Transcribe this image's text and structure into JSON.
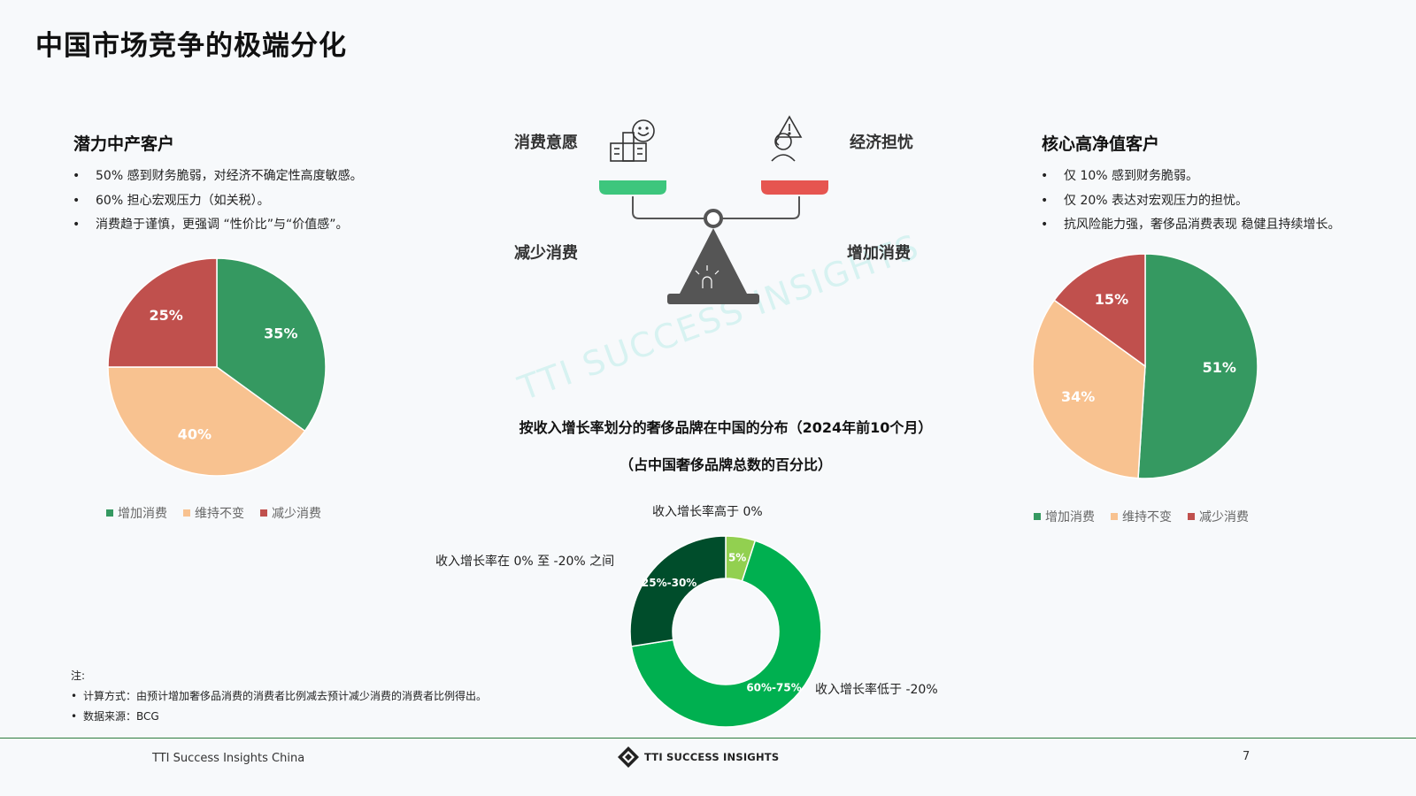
{
  "page": {
    "title": "中国市场竞争的极端分化",
    "footer_left": "TTI Success Insights China",
    "footer_logo_text": "TTI SUCCESS INSIGHTS",
    "page_number": "7",
    "watermark": "TTI SUCCESS INSIGHTS"
  },
  "left_panel": {
    "title": "潜力中产客户",
    "bullets": [
      "50% 感到财务脆弱，对经济不确定性高度敏感。",
      "60% 担心宏观压力（如关税）。",
      "消费趋于谨慎，更强调 “性价比”与“价值感”。"
    ]
  },
  "right_panel": {
    "title": "核心高净值客户",
    "bullets": [
      "仅 10% 感到财务脆弱。",
      "仅 20% 表达对宏观压力的担忧。",
      "抗风险能力强，奢侈品消费表现 稳健且持续增长。"
    ]
  },
  "scale": {
    "top_left": "消费意愿",
    "top_right": "经济担忧",
    "bottom_left": "减少消费",
    "bottom_right": "增加消费",
    "left_pan_color": "#3dc67d",
    "right_pan_color": "#e65550"
  },
  "colors": {
    "increase": "#359961",
    "maintain": "#f8c290",
    "decrease": "#c0504d"
  },
  "chart_data": [
    {
      "type": "pie",
      "categories": [
        "增加消费",
        "维持不变",
        "减少消费"
      ],
      "values": [
        35,
        40,
        25
      ],
      "labels": [
        "35%",
        "40%",
        "25%"
      ],
      "colors": [
        "#359961",
        "#f8c290",
        "#c0504d"
      ],
      "legend": "bottom"
    },
    {
      "type": "pie",
      "categories": [
        "增加消费",
        "维持不变",
        "减少消费"
      ],
      "values": [
        51,
        34,
        15
      ],
      "labels": [
        "51%",
        "34%",
        "15%"
      ],
      "colors": [
        "#359961",
        "#f8c290",
        "#c0504d"
      ],
      "legend": "bottom"
    },
    {
      "type": "pie",
      "variant": "donut",
      "title": "按收入增长率划分的奢侈品牌在中国的分布（2024年前10个月）",
      "subtitle": "（占中国奢侈品牌总数的百分比）",
      "categories": [
        "收入增长率高于 0%",
        "收入增长率低于 -20%",
        "收入增长率在 0% 至 -20% 之间"
      ],
      "values": [
        5,
        67.5,
        27.5
      ],
      "labels": [
        "5%",
        "60%-75%",
        "25%-30%"
      ],
      "colors": [
        "#92d050",
        "#00b050",
        "#004d2b"
      ]
    }
  ],
  "notes": {
    "heading": "注:",
    "items": [
      "计算方式：由预计增加奢侈品消费的消费者比例减去预计减少消费的消费者比例得出。",
      "数据来源：BCG"
    ]
  }
}
